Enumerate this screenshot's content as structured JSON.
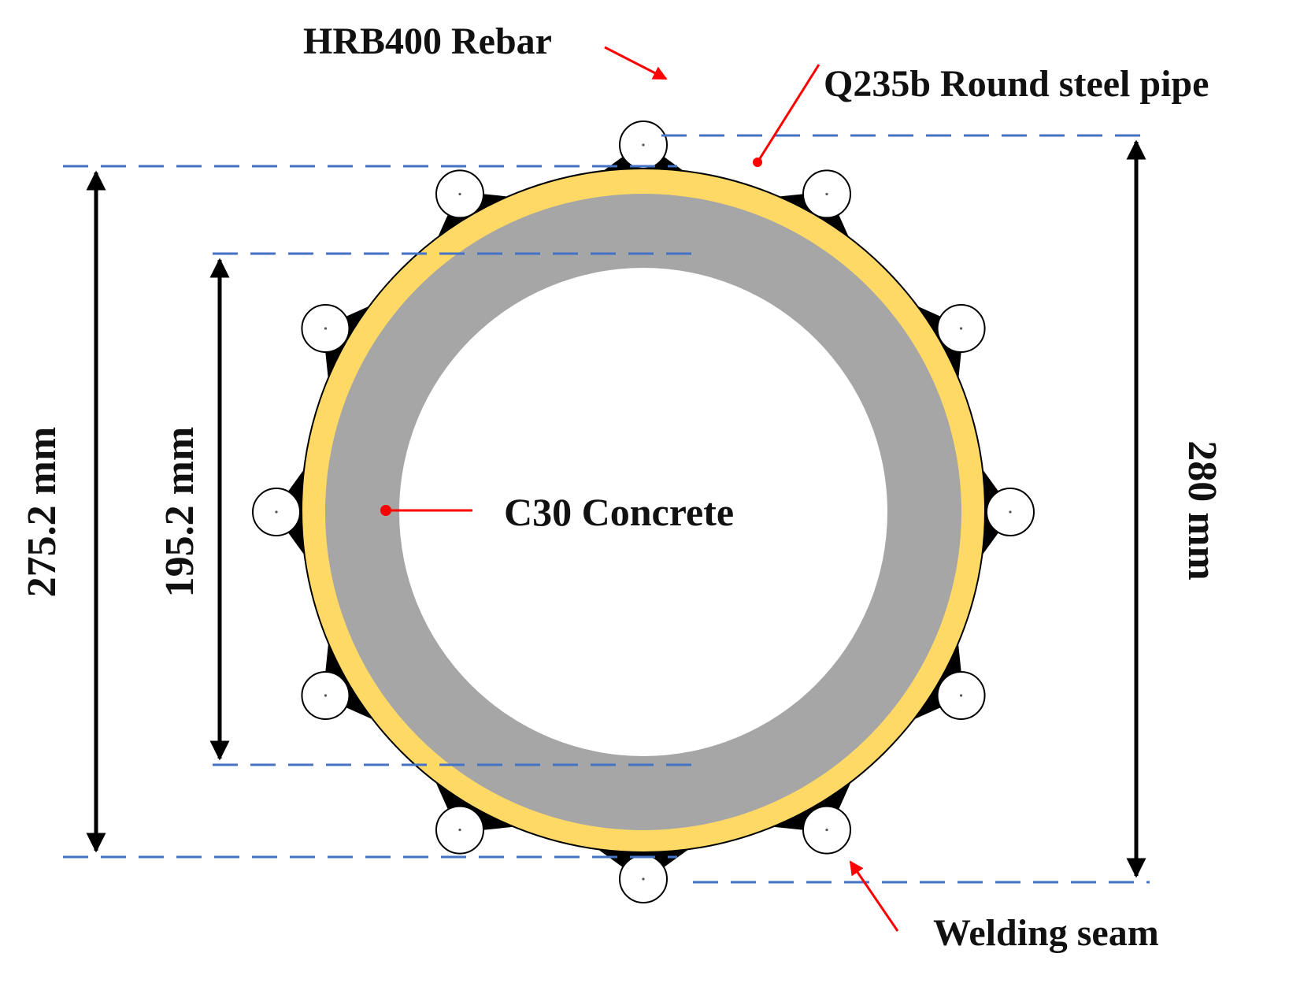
{
  "labels": {
    "rebar": "HRB400 Rebar",
    "pipe": "Q235b Round steel pipe",
    "concrete": "C30 Concrete",
    "weld": "Welding seam",
    "dim_outer": "280 mm",
    "dim_mid": "275.2 mm",
    "dim_inner": "195.2 mm"
  },
  "colors": {
    "steel_pipe": "#ffd966",
    "concrete": "#a6a6a6",
    "rebar": "#ffffff",
    "weld": "#000000",
    "dimension_guides": "#4472c4",
    "pointers": "#ff0000"
  },
  "rebar_count": 12
}
